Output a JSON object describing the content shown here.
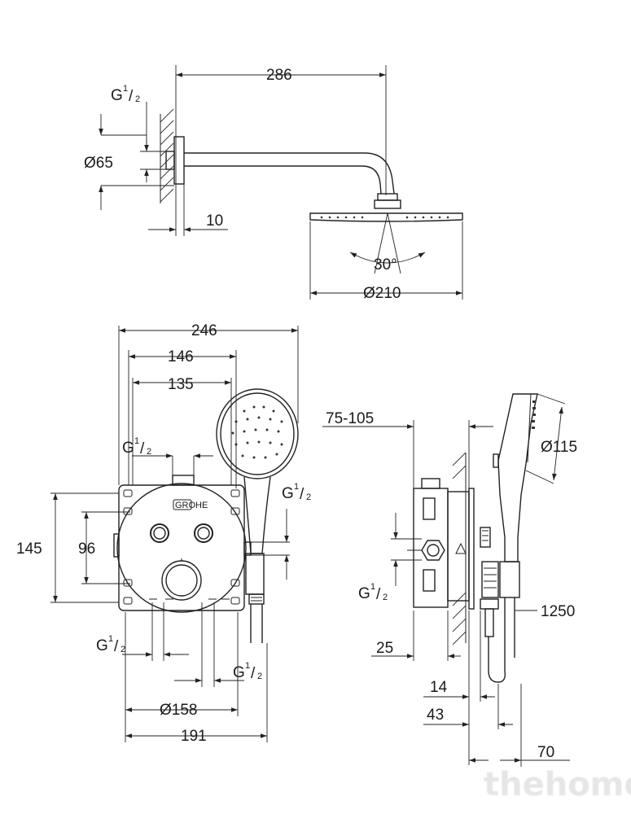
{
  "dimensions": {
    "arm_length": "286",
    "flange_diameter": "Ø65",
    "wall_offset": "10",
    "spray_angle": "30°",
    "head_diameter": "Ø210",
    "total_width": "246",
    "width_146": "146",
    "width_135": "135",
    "height_145": "145",
    "height_96": "96",
    "plate_diameter": "Ø158",
    "width_191": "191",
    "depth_range": "75-105",
    "hand_diameter": "Ø115",
    "hose_length": "1250",
    "depth_25": "25",
    "depth_14": "14",
    "depth_43": "43",
    "depth_70": "70"
  },
  "thread_label": {
    "base": "G",
    "num": "1",
    "den": "2"
  },
  "watermark": "thehome"
}
